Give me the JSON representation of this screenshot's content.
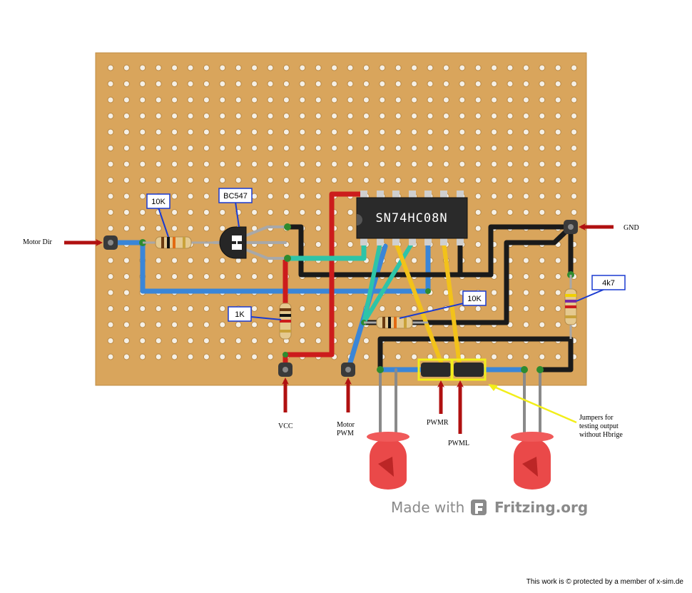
{
  "chip_label": "SN74HC08N",
  "callouts": {
    "r1": "10K",
    "transistor": "BC547",
    "r2": "1K",
    "r3": "10K",
    "r4": "4k7"
  },
  "annotations": {
    "motor_dir": "Motor Dir",
    "gnd": "GND",
    "vcc": "VCC",
    "motor_pwm_line1": "Motor",
    "motor_pwm_line2": "PWM",
    "pwmr": "PWMR",
    "pwml": "PWML",
    "jumpers_line1": "Jumpers for",
    "jumpers_line2": "testing output",
    "jumpers_line3": "without Hbrige"
  },
  "watermark": {
    "prefix": "Made with",
    "brand": "Fritzing.org"
  },
  "copyright": "This work is © protected by a member of x-sim.de",
  "colors": {
    "board": "#d9a55c",
    "hole": "#f5f0e6",
    "wire_blue": "#3a86d8",
    "wire_black": "#1a1a1a",
    "wire_red": "#cc1c1c",
    "wire_teal": "#2ec4a8",
    "wire_yellow": "#f2c21a",
    "arrow": "#b01010",
    "jumper_box": "#f2ee1a",
    "led": "#e83a3a"
  }
}
